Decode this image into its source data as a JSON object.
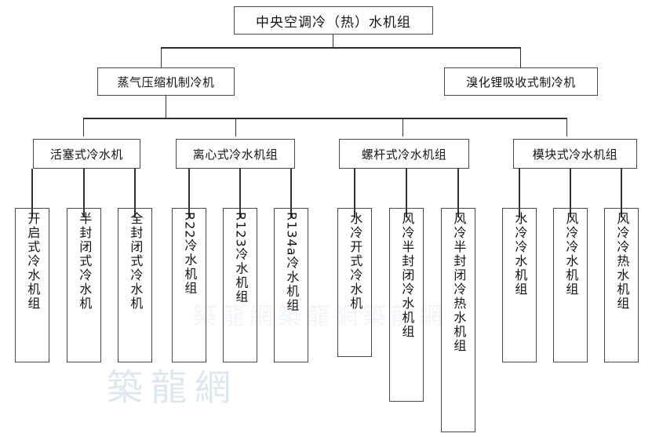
{
  "diagram": {
    "title_root": "中央空调冷（热）水机组",
    "level2": [
      {
        "label": "蒸气压缩机制冷机"
      },
      {
        "label": "溴化锂吸收式制冷机"
      }
    ],
    "level3": [
      {
        "label": "活塞式冷水机"
      },
      {
        "label": "离心式冷水机组"
      },
      {
        "label": "螺杆式冷水机组"
      },
      {
        "label": "模块式冷水机组"
      }
    ],
    "leaves": {
      "group1": [
        {
          "label": "开启式冷水机组"
        },
        {
          "label": "半封闭式冷水机"
        },
        {
          "label": "全封闭式冷水机"
        }
      ],
      "group2": [
        {
          "latin": "R22",
          "cjk": "冷水机组"
        },
        {
          "latin": "R123",
          "cjk": "冷水机组"
        },
        {
          "latin": "R134a",
          "cjk": "冷水机组"
        }
      ],
      "group3": [
        {
          "label": "水冷开式冷水机"
        },
        {
          "label": "风冷半封闭冷水机组"
        },
        {
          "label": "风冷半封闭冷热水机组"
        }
      ],
      "group4": [
        {
          "label": "水冷冷水机组"
        },
        {
          "label": "风冷冷水机组"
        },
        {
          "label": "风冷冷热水机组"
        }
      ]
    },
    "watermark": {
      "brand": "築龍網",
      "faint_line": "築龍網築龍網築龍網"
    },
    "colors": {
      "line": "#2e2e2e",
      "border": "#4a4a4a",
      "text": "#141414",
      "watermark": "#dfe6ee",
      "background": "#ffffff"
    }
  }
}
